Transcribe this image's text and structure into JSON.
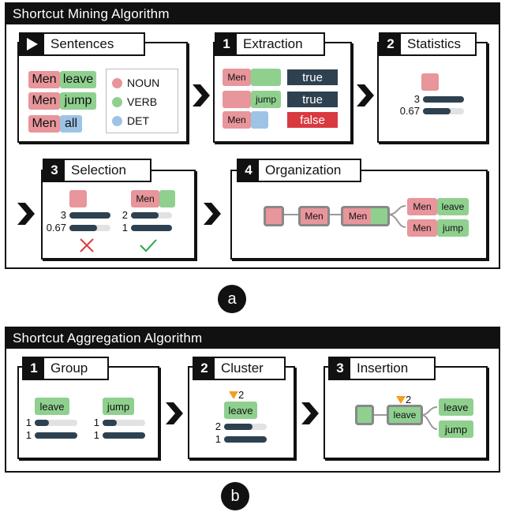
{
  "panel_a": {
    "title": "Shortcut Mining Algorithm",
    "sentences": {
      "label": "Sentences",
      "rows": [
        {
          "noun": "Men",
          "word": "leave",
          "word_type": "VERB"
        },
        {
          "noun": "Men",
          "word": "jump",
          "word_type": "VERB"
        },
        {
          "noun": "Men",
          "word": "all",
          "word_type": "DET"
        }
      ],
      "legend": [
        {
          "label": "NOUN",
          "color": "#e8959b"
        },
        {
          "label": "VERB",
          "color": "#8fd08f"
        },
        {
          "label": "DET",
          "color": "#9dc4e6"
        }
      ]
    },
    "extraction": {
      "num": "1",
      "label": "Extraction",
      "rows": [
        {
          "left": "Men",
          "right": "",
          "result": "true"
        },
        {
          "left": "",
          "right": "jump",
          "result": "true"
        },
        {
          "left": "Men",
          "right": "",
          "result": "false"
        }
      ]
    },
    "statistics": {
      "num": "2",
      "label": "Statistics",
      "values": [
        "3",
        "0.67"
      ]
    },
    "selection": {
      "num": "3",
      "label": "Selection",
      "left_values": [
        "3",
        "0.67"
      ],
      "right_token": "Men",
      "right_values": [
        "2",
        "1"
      ]
    },
    "organization": {
      "num": "4",
      "label": "Organization",
      "chain": [
        "Men",
        "Men"
      ],
      "leaves": [
        {
          "noun": "Men",
          "word": "leave"
        },
        {
          "noun": "Men",
          "word": "jump"
        }
      ]
    },
    "caption": "a"
  },
  "panel_b": {
    "title": "Shortcut Aggregation Algorithm",
    "group": {
      "num": "1",
      "label": "Group",
      "items": [
        {
          "word": "leave",
          "values": [
            "1",
            "1"
          ]
        },
        {
          "word": "jump",
          "values": [
            "1",
            "1"
          ]
        }
      ]
    },
    "cluster": {
      "num": "2",
      "label": "Cluster",
      "marker": "2",
      "word": "leave",
      "values": [
        "2",
        "1"
      ]
    },
    "insertion": {
      "num": "3",
      "label": "Insertion",
      "marker": "2",
      "node": "leave",
      "leaves": [
        "leave",
        "jump"
      ]
    },
    "caption": "b"
  }
}
